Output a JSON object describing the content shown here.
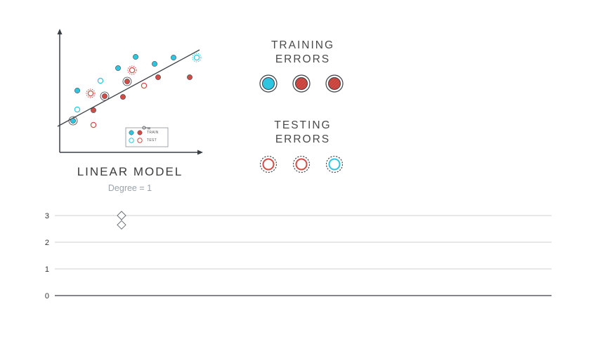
{
  "model": {
    "title": "LINEAR MODEL",
    "degree_label": "Degree = 1"
  },
  "training_errors": {
    "title_line1": "TRAINING",
    "title_line2": "ERRORS",
    "markers": [
      "train-cyan",
      "train-red",
      "train-red"
    ]
  },
  "testing_errors": {
    "title_line1": "TESTING",
    "title_line2": "ERRORS",
    "markers": [
      "test-red",
      "test-red",
      "test-cyan"
    ]
  },
  "legend": {
    "train_label": "TRAIN",
    "test_label": "TEST"
  },
  "error_chart": {
    "y_ticks": [
      "3",
      "2",
      "1",
      "0"
    ],
    "ylim": [
      0,
      3
    ],
    "points": [
      {
        "degree": 1,
        "errors": 3
      },
      {
        "degree": 1,
        "errors": 2.65
      }
    ]
  },
  "colors": {
    "cyan": "#2fc5e0",
    "red": "#d24b44",
    "axis": "#3a3f44",
    "grid": "#cfcfcf",
    "text": "#4a4a4a"
  }
}
